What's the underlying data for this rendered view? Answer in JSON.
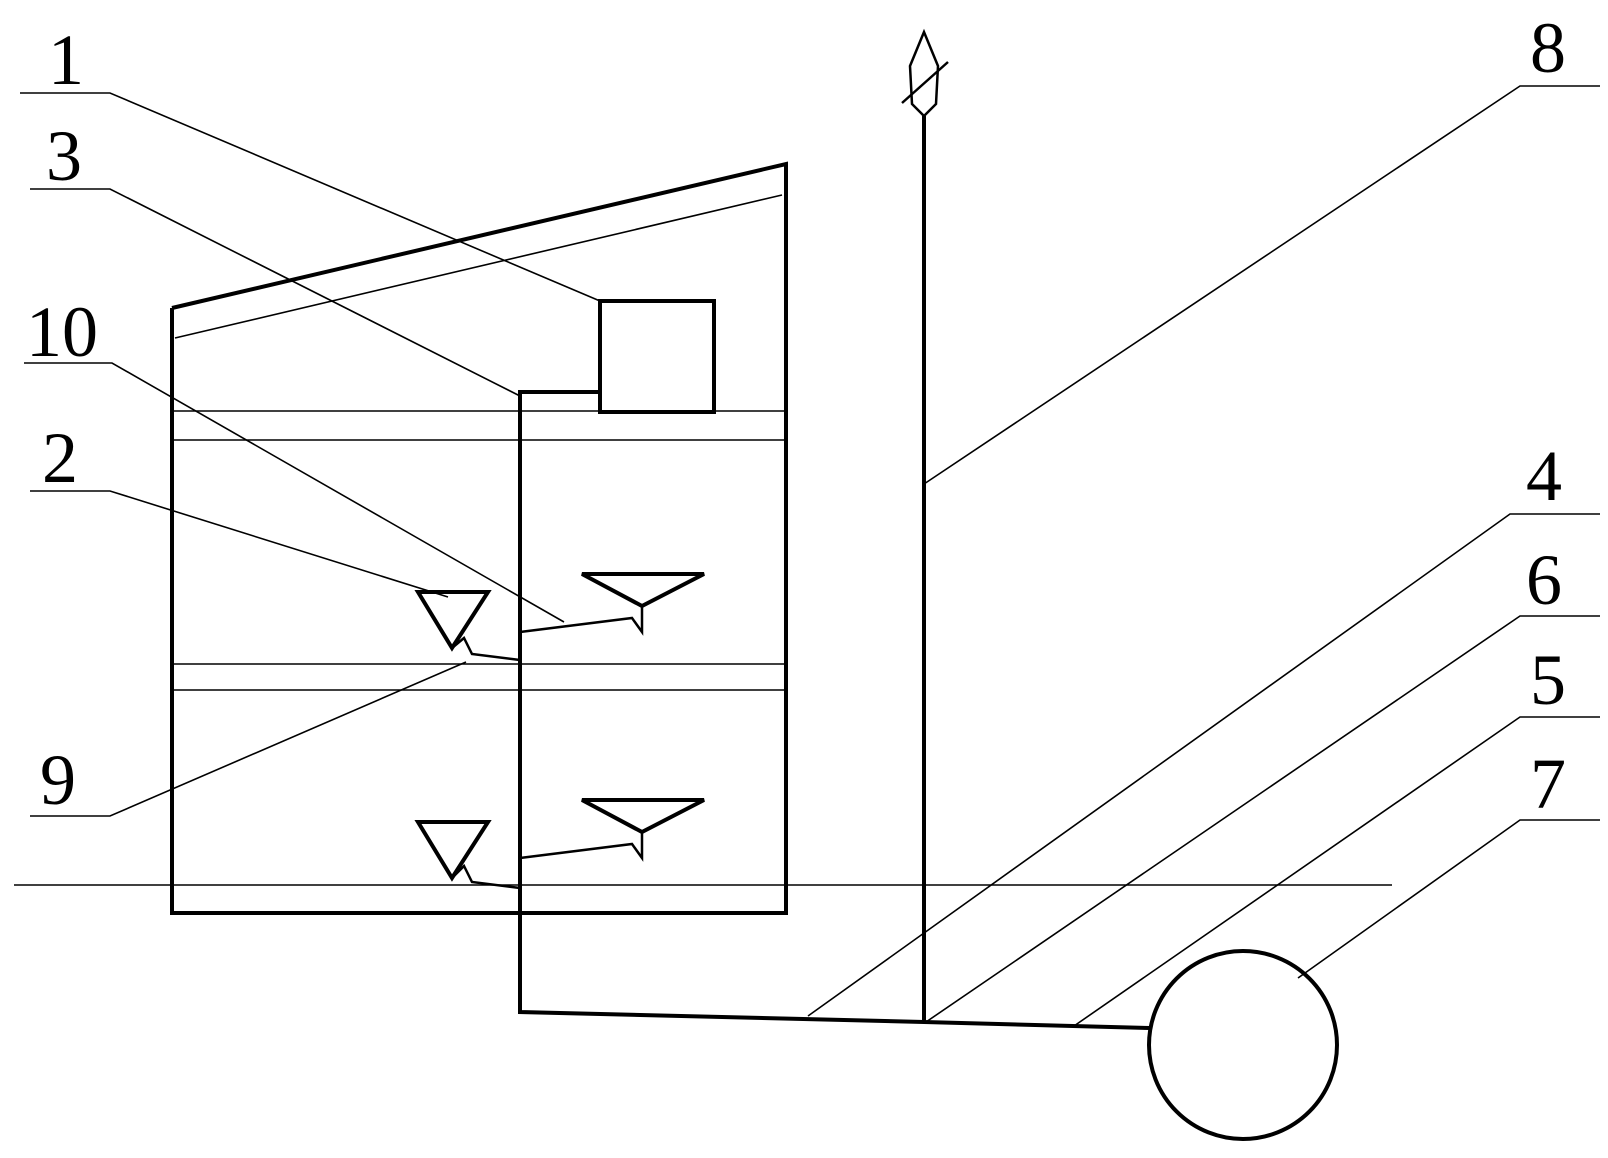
{
  "labels": {
    "l1": "1",
    "l3": "3",
    "l10": "10",
    "l2": "2",
    "l9": "9",
    "l8": "8",
    "l4": "4",
    "l6": "6",
    "l5": "5",
    "l7": "7"
  },
  "colors": {
    "stroke": "#000000",
    "background": "#ffffff"
  }
}
